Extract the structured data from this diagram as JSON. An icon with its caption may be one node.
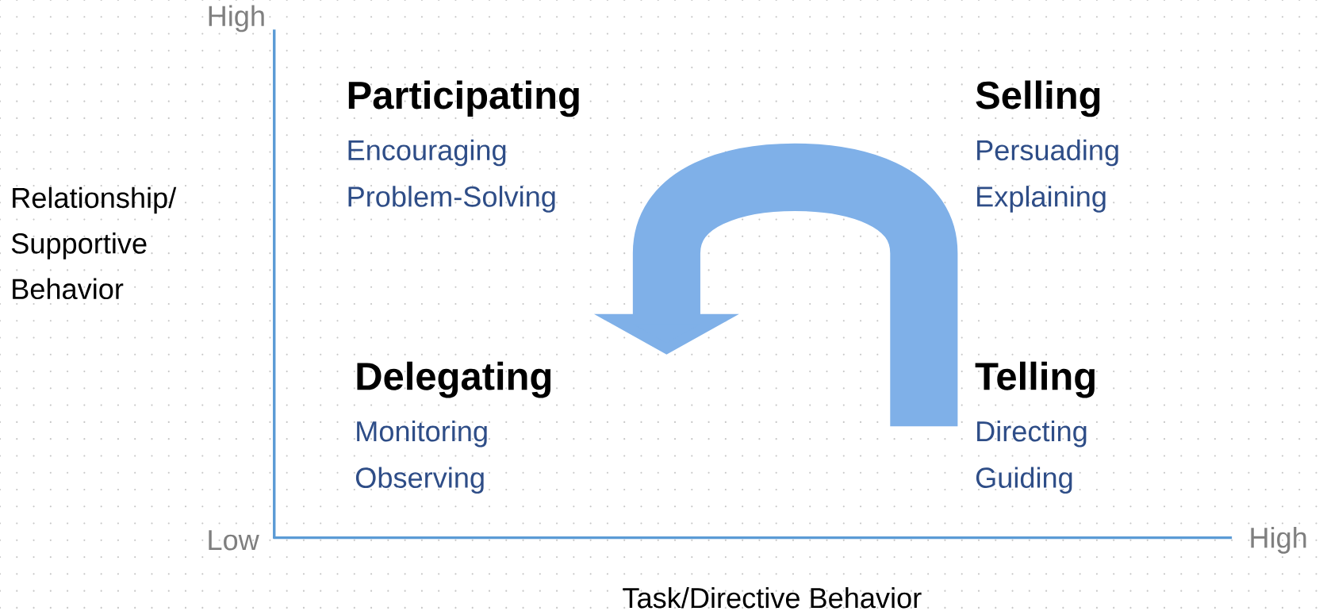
{
  "diagram": {
    "nodes": [
      {
        "text": [
          "Participating",
          "Encouraging Problem-Solving"
        ]
      },
      {
        "text": [
          "Selling",
          "Persuading Explaining"
        ]
      },
      {
        "text": [
          "Delegating",
          "Monitoring Observing"
        ]
      },
      {
        "text": [
          "Telling",
          "Directing Guiding"
        ]
      }
    ],
    "labels": [
      "High",
      "Relationship/ Supportive Behavior",
      "Low",
      "High",
      "Task/Directive Behavior"
    ]
  }
}
